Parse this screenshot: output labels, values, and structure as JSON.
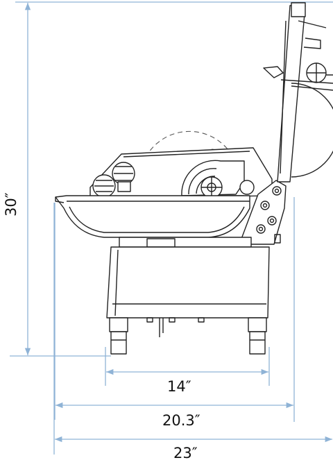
{
  "dimensions": {
    "height": "30″",
    "base_width": "14″",
    "body_width": "20.3″",
    "overall_width": "23″"
  },
  "colors": {
    "dimension_line": "#8fb3d6",
    "machine_line": "#222222",
    "hidden_line": "#555555"
  }
}
